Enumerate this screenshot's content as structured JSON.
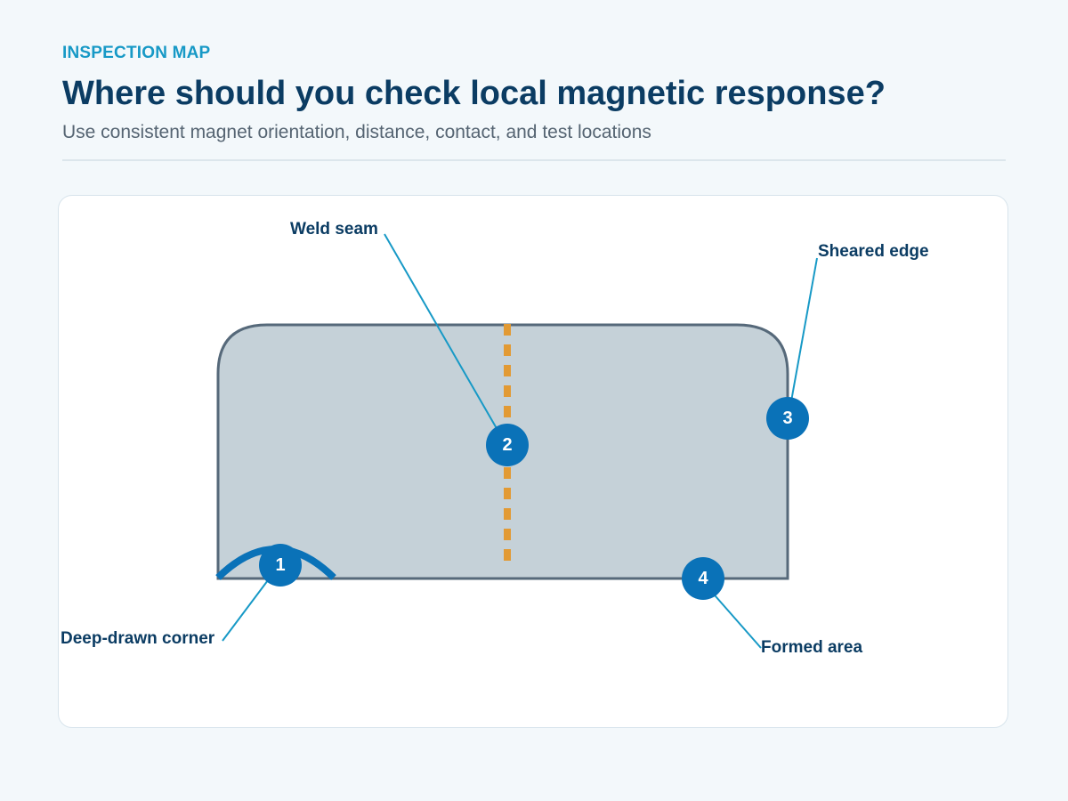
{
  "header": {
    "eyebrow": "INSPECTION MAP",
    "title": "Where should you check local magnetic response?",
    "subtitle": "Use consistent magnet orientation, distance, contact, and test locations"
  },
  "diagram": {
    "markers": [
      {
        "number": "1",
        "label": "Deep-drawn corner"
      },
      {
        "number": "2",
        "label": "Weld seam"
      },
      {
        "number": "3",
        "label": "Sheared edge"
      },
      {
        "number": "4",
        "label": "Formed area"
      }
    ]
  },
  "colors": {
    "accent": "#1799c6",
    "marker": "#0a72b8",
    "panel_fill": "#c5d1d8",
    "panel_stroke": "#56697a",
    "weld": "#e29a34",
    "title": "#0b3c63"
  }
}
